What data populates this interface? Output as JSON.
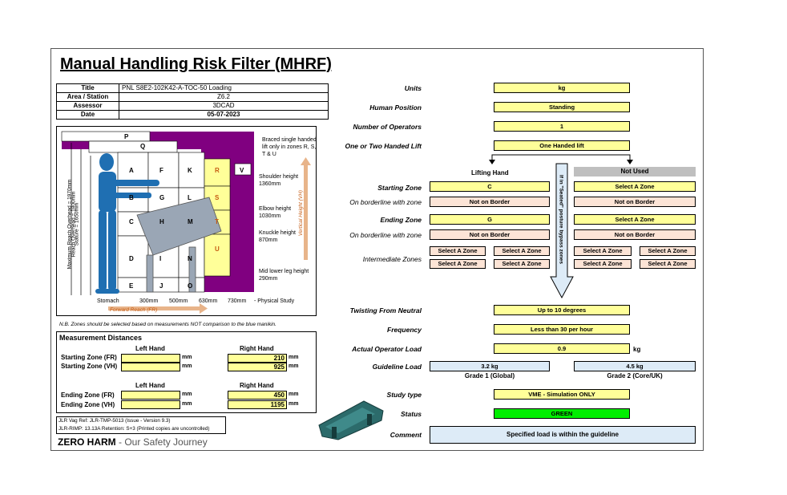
{
  "title": "Manual Handling Risk Filter (MHRF)",
  "info": [
    {
      "label": "Title",
      "value": "PNL S8E2-102K42-A-TOC-50  Loading"
    },
    {
      "label": "Area / Station",
      "value": "Z6.2"
    },
    {
      "label": "Assessor",
      "value": "3DCAD"
    },
    {
      "label": "Date",
      "value": "05-07-2023"
    }
  ],
  "diagram": {
    "zones": [
      "P",
      "Q",
      "A",
      "F",
      "K",
      "R",
      "V",
      "B",
      "G",
      "L",
      "S",
      "C",
      "H",
      "M",
      "T",
      "D",
      "I",
      "N",
      "U",
      "E",
      "J",
      "O"
    ],
    "braced_note": "Braced single handed lift only in zones R, S, T & U",
    "heights": [
      "Shoulder height 1360mm",
      "Elbow height 1030mm",
      "Knuckle height 870mm",
      "Mid lower leg height 290mm"
    ],
    "vertical_labels": [
      "Maximum Reach Overhead = 1970mm",
      "Reach Overhead = 1800mm",
      "Stature = 1650mm"
    ],
    "vertical_height_label": "Vertical Height (VH)",
    "forward_reach_label": "Forward Reach (FR)",
    "x_labels": [
      "Stomach",
      "300mm",
      "500mm",
      "630mm",
      "730mm",
      "-  Physical Study"
    ],
    "note": "N.B. Zones should be selected based on measurements NOT comparison to the blue manikin."
  },
  "measurements": {
    "heading": "Measurement Distances",
    "left_hand": "Left Hand",
    "right_hand": "Right Hand",
    "unit": "mm",
    "rows": [
      {
        "label": "Starting Zone (FR)",
        "left": "",
        "right": "210"
      },
      {
        "label": "Starting Zone (VH)",
        "left": "",
        "right": "925"
      },
      {
        "label": "Ending Zone (FR)",
        "left": "",
        "right": "450"
      },
      {
        "label": "Ending Zone (VH)",
        "left": "",
        "right": "1195"
      }
    ]
  },
  "footer": {
    "ref1": "JLR Vag Ref: JLR-TMP-5013 (Issue - Version 9.3)",
    "ref2": "JLR-RIMP: 13.13A Retention: S+3 (Printed copies are uncontrolled)",
    "brand_bold": "ZERO HARM",
    "brand_rest": " - Our Safety Journey"
  },
  "form": {
    "units_label": "Units",
    "units": "kg",
    "position_label": "Human Position",
    "position": "Standing",
    "operators_label": "Number of Operators",
    "operators": "1",
    "lift_label": "One or Two Handed Lift",
    "lift": "One Handed lift",
    "lifting_hand": "Lifting Hand",
    "not_used": "Not Used",
    "seated_note": "If in \"Seated\" posture bypass zones",
    "starting_zone_label": "Starting Zone",
    "starting_zone": "C",
    "starting_zone_2": "Select A Zone",
    "border_label": "On borderline with zone",
    "border_1": "Not on Border",
    "border_2": "Not on Border",
    "ending_zone_label": "Ending Zone",
    "ending_zone": "G",
    "ending_zone_2": "Select A Zone",
    "border_3": "Not on Border",
    "border_4": "Not on Border",
    "intermediate_label": "Intermediate Zones",
    "select_zone": "Select A Zone",
    "twisting_label": "Twisting From Neutral",
    "twisting": "Up to 10 degrees",
    "frequency_label": "Frequency",
    "frequency": "Less than 30 per hour",
    "load_label": "Actual Operator Load",
    "load": "0.9",
    "load_unit": "kg",
    "guideline_label": "Guideline Load",
    "g1": "3.2 kg",
    "g1_caption": "Grade 1 (Global)",
    "g2": "4.5 kg",
    "g2_caption": "Grade 2 (Core/UK)",
    "study_label": "Study type",
    "study": "VME - Simulation ONLY",
    "status_label": "Status",
    "status": "GREEN",
    "comment_label": "Comment",
    "comment": "Specified load is within the guideline"
  },
  "colors": {
    "yellow": "#ffff99",
    "pink": "#fce4d6",
    "blue": "#ddebf7",
    "green": "#00ee00",
    "purple": "#800080",
    "grey": "#bfbfbf"
  }
}
